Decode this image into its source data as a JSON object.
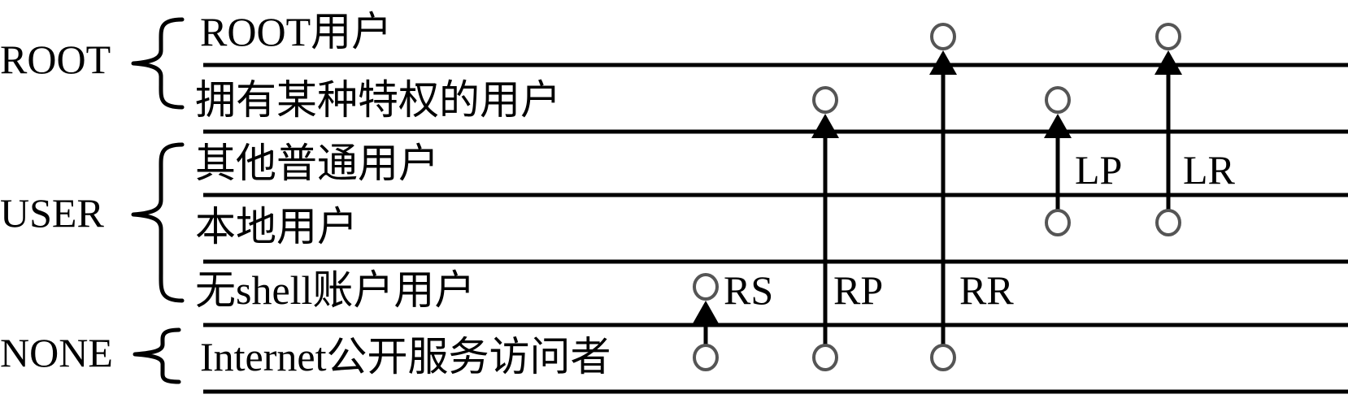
{
  "groups": [
    {
      "id": "root",
      "label": "ROOT"
    },
    {
      "id": "user",
      "label": "USER"
    },
    {
      "id": "none",
      "label": "NONE"
    }
  ],
  "levels": [
    {
      "id": "root-user",
      "label": "ROOT用户"
    },
    {
      "id": "privileged-user",
      "label": "拥有某种特权的用户"
    },
    {
      "id": "other-regular-user",
      "label": "其他普通用户"
    },
    {
      "id": "local-user",
      "label": "本地用户"
    },
    {
      "id": "no-shell-account-user",
      "label": "无shell账户用户"
    },
    {
      "id": "internet-public-service-visitor",
      "label": "Internet公开服务访问者"
    }
  ],
  "arrows": [
    {
      "id": "rs",
      "label": "RS",
      "from": "internet-public-service-visitor",
      "to": "no-shell-account-user"
    },
    {
      "id": "rp",
      "label": "RP",
      "from": "internet-public-service-visitor",
      "to": "privileged-user"
    },
    {
      "id": "rr",
      "label": "RR",
      "from": "internet-public-service-visitor",
      "to": "root-user"
    },
    {
      "id": "lp",
      "label": "LP",
      "from": "local-user",
      "to": "privileged-user"
    },
    {
      "id": "lr",
      "label": "LR",
      "from": "local-user",
      "to": "root-user"
    }
  ],
  "colors": {
    "line": "#000000",
    "circle_stroke": "#555555",
    "background": "#ffffff"
  }
}
